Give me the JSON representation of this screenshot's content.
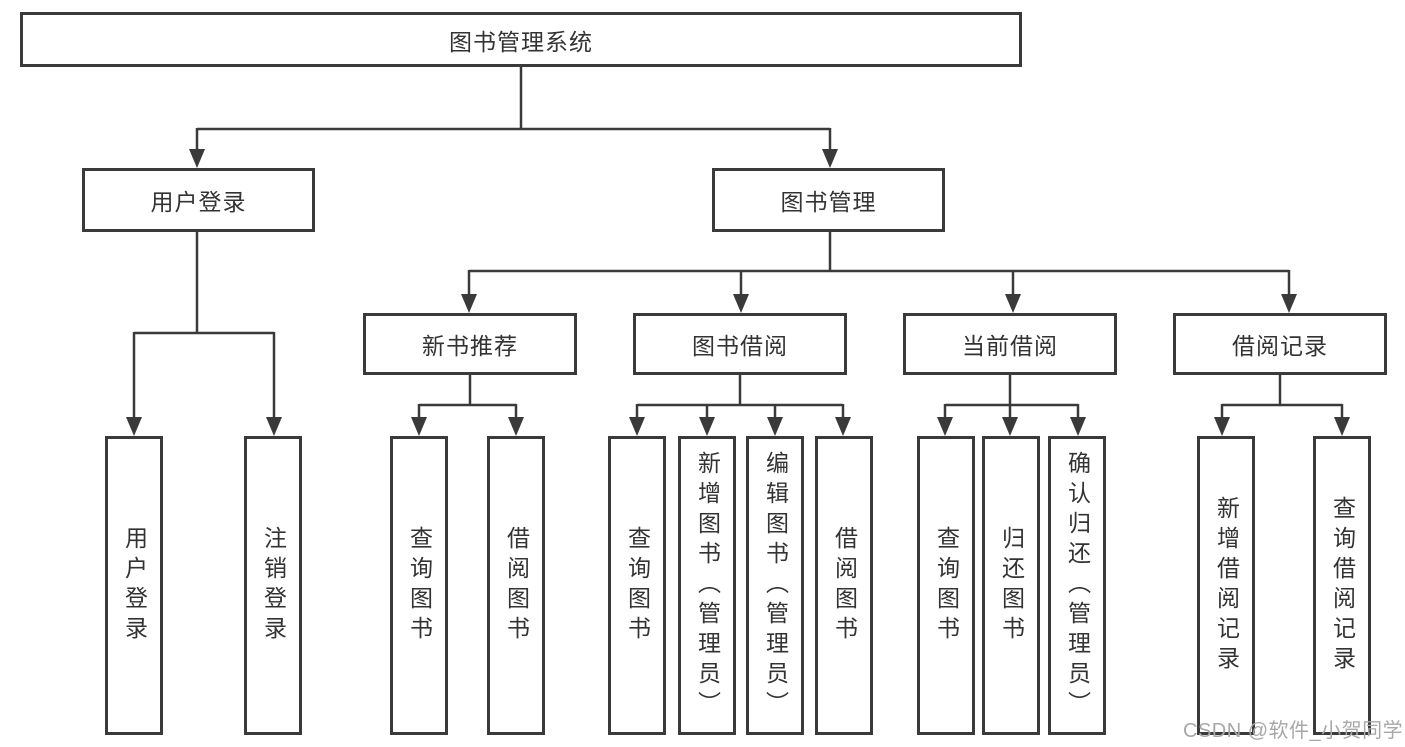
{
  "diagram": {
    "type": "hierarchy-tree",
    "tree": {
      "root": {
        "label": "图书管理系统"
      },
      "branches": [
        {
          "label": "用户登录",
          "children": [
            {
              "label": "用户登录"
            },
            {
              "label": "注销登录"
            }
          ]
        },
        {
          "label": "图书管理",
          "groups": [
            {
              "label": "新书推荐",
              "children": [
                {
                  "label": "查询图书"
                },
                {
                  "label": "借阅图书"
                }
              ]
            },
            {
              "label": "图书借阅",
              "children": [
                {
                  "label": "查询图书"
                },
                {
                  "label": "新增图书（管理员）"
                },
                {
                  "label": "编辑图书（管理员）"
                },
                {
                  "label": "借阅图书"
                }
              ]
            },
            {
              "label": "当前借阅",
              "children": [
                {
                  "label": "查询图书"
                },
                {
                  "label": "归还图书"
                },
                {
                  "label": "确认归还（管理员）"
                }
              ]
            },
            {
              "label": "借阅记录",
              "children": [
                {
                  "label": "新增借阅记录"
                },
                {
                  "label": "查询借阅记录"
                }
              ]
            }
          ]
        }
      ]
    },
    "colors": {
      "line": "#3a3a3a",
      "text": "#333333",
      "background": "#ffffff",
      "watermark": "#a8a8a8"
    }
  },
  "watermark": {
    "text": "CSDN @软件_小贺同学"
  }
}
